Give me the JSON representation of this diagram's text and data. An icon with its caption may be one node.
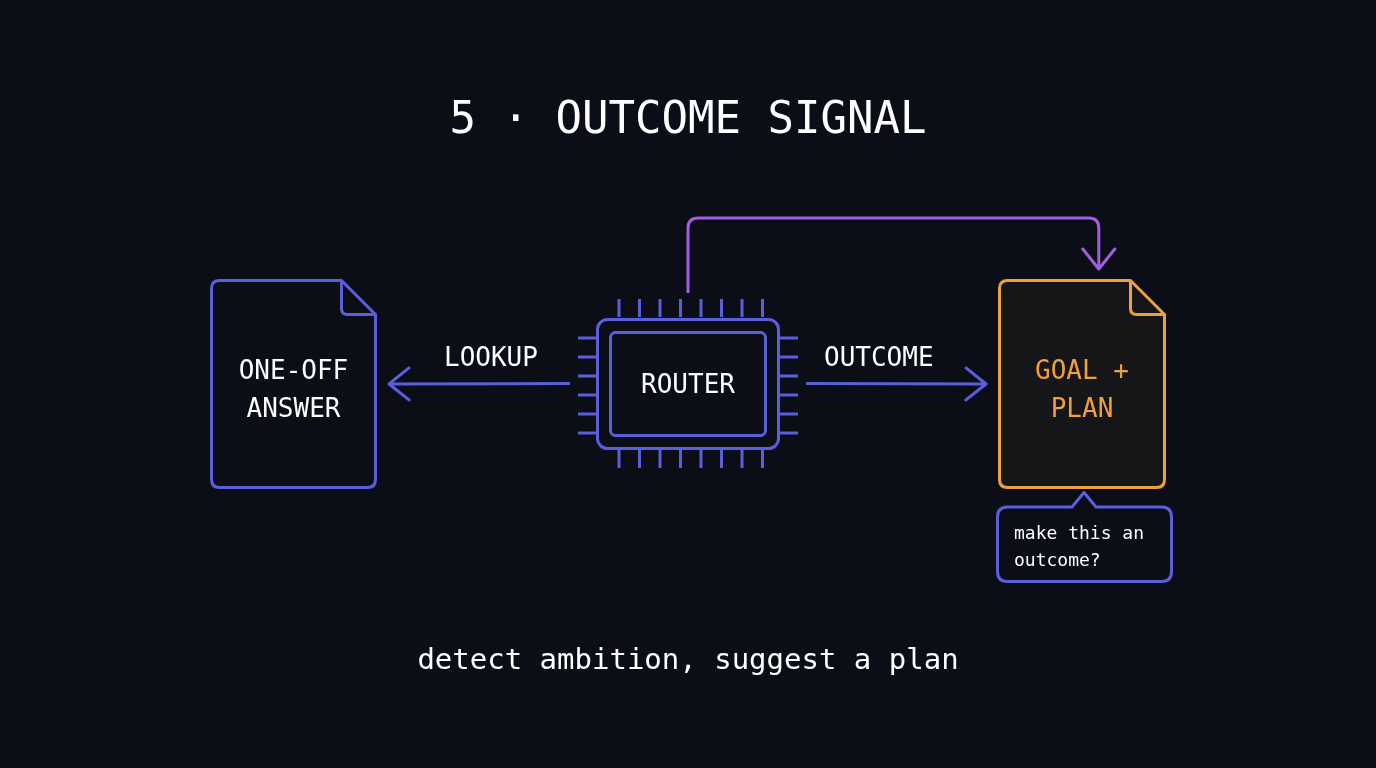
{
  "diagram": {
    "title": "5 · OUTCOME SIGNAL",
    "caption": "detect ambition, suggest a plan",
    "nodes": [
      {
        "text": [
          "ONE-OFF ANSWER"
        ]
      },
      {
        "text": [
          "ROUTER"
        ]
      },
      {
        "text": [
          "GOAL + PLAN"
        ]
      },
      {
        "text": [
          "make this an outcome?"
        ]
      }
    ],
    "edges": [
      {
        "from": 1,
        "to": 0,
        "arrow": "to",
        "label": "LOOKUP"
      },
      {
        "from": 1,
        "to": 2,
        "arrow": "to",
        "label": "OUTCOME"
      },
      {
        "from": 1,
        "to": 2,
        "arrow": "to",
        "color": "#a45de0"
      }
    ]
  }
}
